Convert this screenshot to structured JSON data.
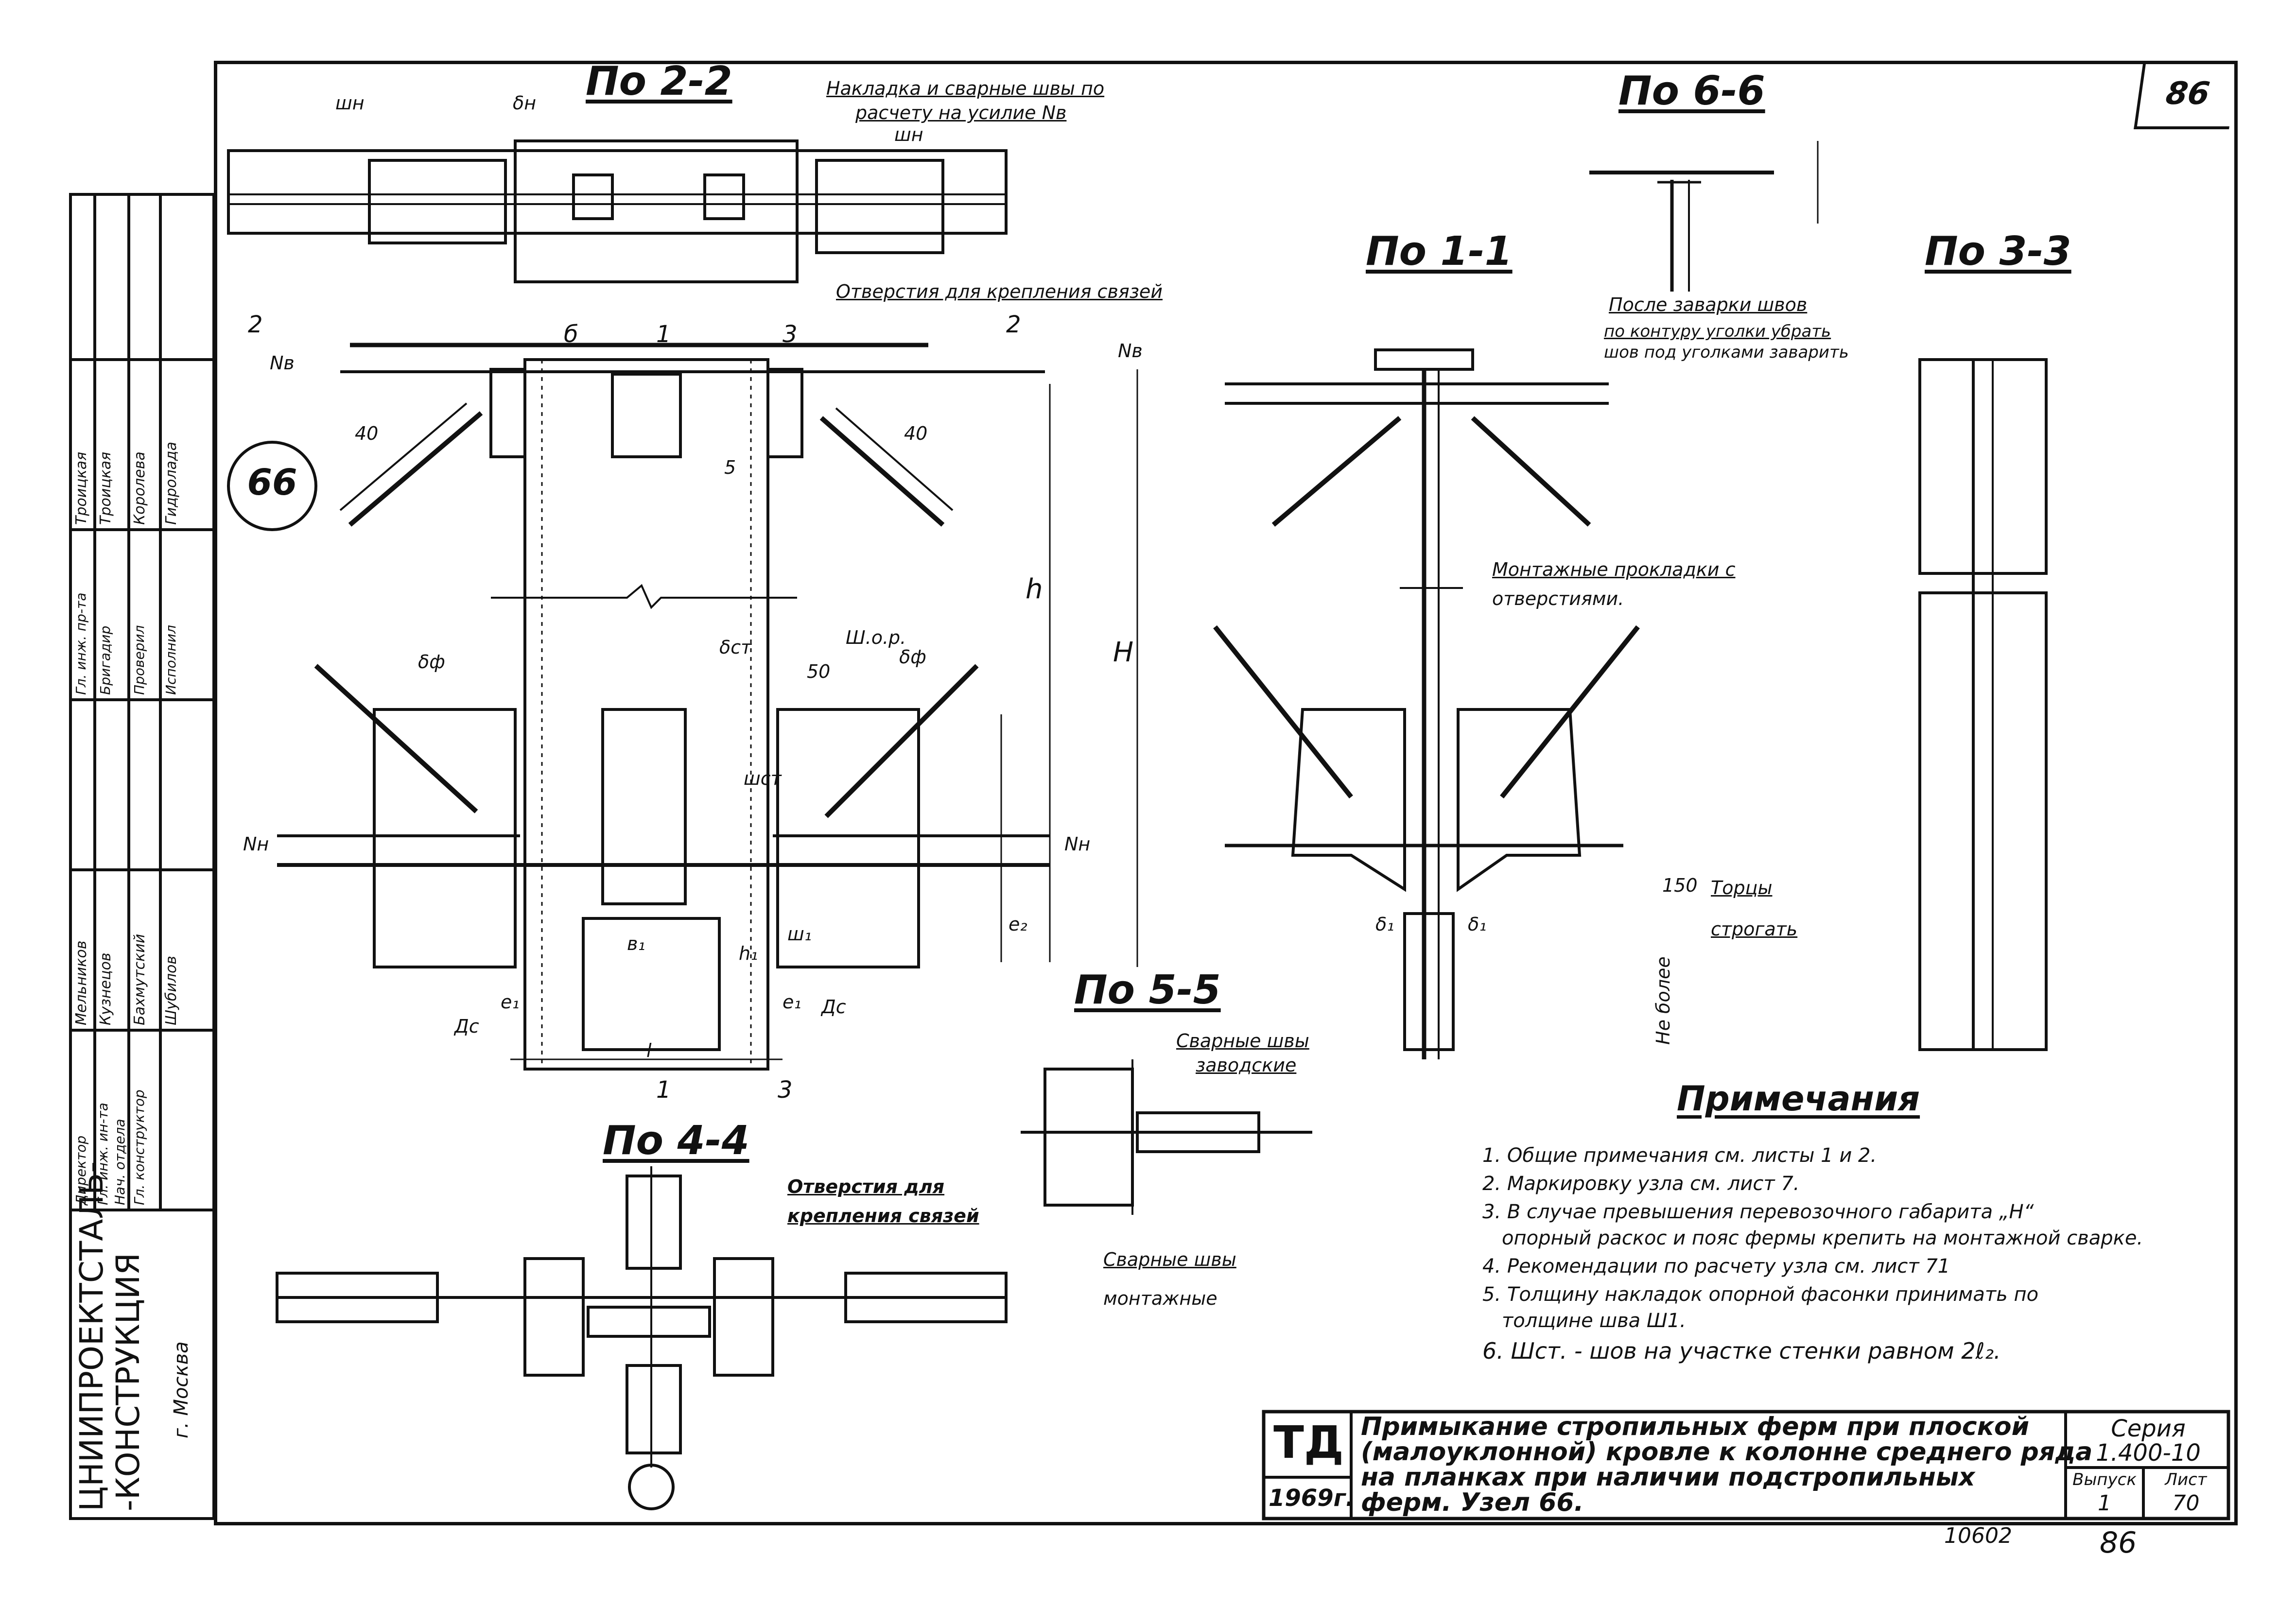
{
  "sheet_number": "86",
  "views": {
    "v22": "По 2-2",
    "v11": "По 1-1",
    "v66": "По 6-6",
    "v33": "По 3-3",
    "v44": "По 4-4",
    "v55": "По 5-5"
  },
  "node_mark": "66",
  "callouts": {
    "nakladka_line1": "Накладка и сварные швы по",
    "nakladka_line2": "расчету на усилие Nв",
    "otverstiya_svyazey": "Отверстия для крепления связей",
    "posle_zavarki_1": "После заварки швов",
    "posle_zavarki_2": "по контуру уголки убрать",
    "posle_zavarki_3": "шов под уголками заварить",
    "montazhnye_1": "Монтажные прокладки с",
    "montazhnye_2": "отверстиями.",
    "tortsy_1": "Торцы",
    "tortsy_2": "строгать",
    "ne_bolee": "Не более",
    "svarnye_zavod_1": "Сварные швы",
    "svarnye_zavod_2": "заводские",
    "svarnye_mont_1": "Сварные швы",
    "svarnye_mont_2": "монтажные",
    "otverstiya44_1": "Отверстия для",
    "otverstiya44_2": "крепления связей"
  },
  "dims": {
    "sh_n": "шн",
    "sh_n2": "шн",
    "delta_n": "δн",
    "sec2": "2",
    "sec2b": "2",
    "sec6": "б",
    "sec1": "1",
    "sec3": "3",
    "sec1b": "1",
    "sec3b": "3",
    "n_v": "Nв",
    "n_v2": "Nв",
    "n_h": "Nн",
    "n_h2": "Nн",
    "h": "h",
    "H": "H",
    "d40": "40",
    "d40b": "40",
    "d5": "5",
    "d50": "50",
    "d150": "150",
    "delta_f": "δф",
    "delta_f2": "δф",
    "delta_st": "δст",
    "sh_or": "Ш.о.р.",
    "e1": "e₁",
    "e1b": "e₁",
    "e2": "e₂",
    "b1": "в₁",
    "h1": "h₁",
    "sh_ct": "шст",
    "sh1": "ш₁",
    "dc": "Дс",
    "dc2": "Дс",
    "l": "l",
    "delta1": "δ₁",
    "delta1b": "δ₁"
  },
  "notes": {
    "title": "Примечания",
    "items": [
      "1. Общие примечания см. листы 1 и 2.",
      "2. Маркировку узла см. лист 7.",
      "3. В случае превышения перевозочного габарита „Н“",
      "опорный раскос и пояс фермы крепить на монтажной сварке.",
      "4. Рекомендации по расчету узла см. лист 71",
      "5. Толщину накладок опорной фасонки принимать по",
      "толщине шва Ш1.",
      "6. Шст. - шов на участке стенки равном 2ℓ₂."
    ]
  },
  "title_block": {
    "org_line1": "ЦНИИПРОЕКТСТАЛЬ-",
    "org_line2": "-КОНСТРУКЦИЯ",
    "city": "г. Москва",
    "mark": "ТД",
    "year": "1969г.",
    "title_lines": [
      "Примыкание стропильных ферм при плоской",
      "(малоуклонной) кровле к колонне среднего ряда",
      "на планках при наличии подстропильных",
      "ферм. Узел 66."
    ],
    "series_label": "Серия",
    "series_value": "1.400-10",
    "issue_label": "Выпуск",
    "issue_value": "1",
    "sheet_label": "Лист",
    "sheet_value": "70"
  },
  "staff": {
    "roles": [
      "Директор",
      "Гл. инж. ин-та",
      "Нач. отдела",
      "Гл. конструктор",
      "Гл. инж. пр-та",
      "Бригадир",
      "Проверил",
      "Исполнил"
    ],
    "names": [
      "Мельников",
      "Кузнецов",
      "Бахмутский",
      "Шубилов",
      "Троицкая",
      "Троицкая",
      "Королева",
      "Гидролада"
    ]
  },
  "archive": {
    "number": "10602",
    "page": "86"
  }
}
